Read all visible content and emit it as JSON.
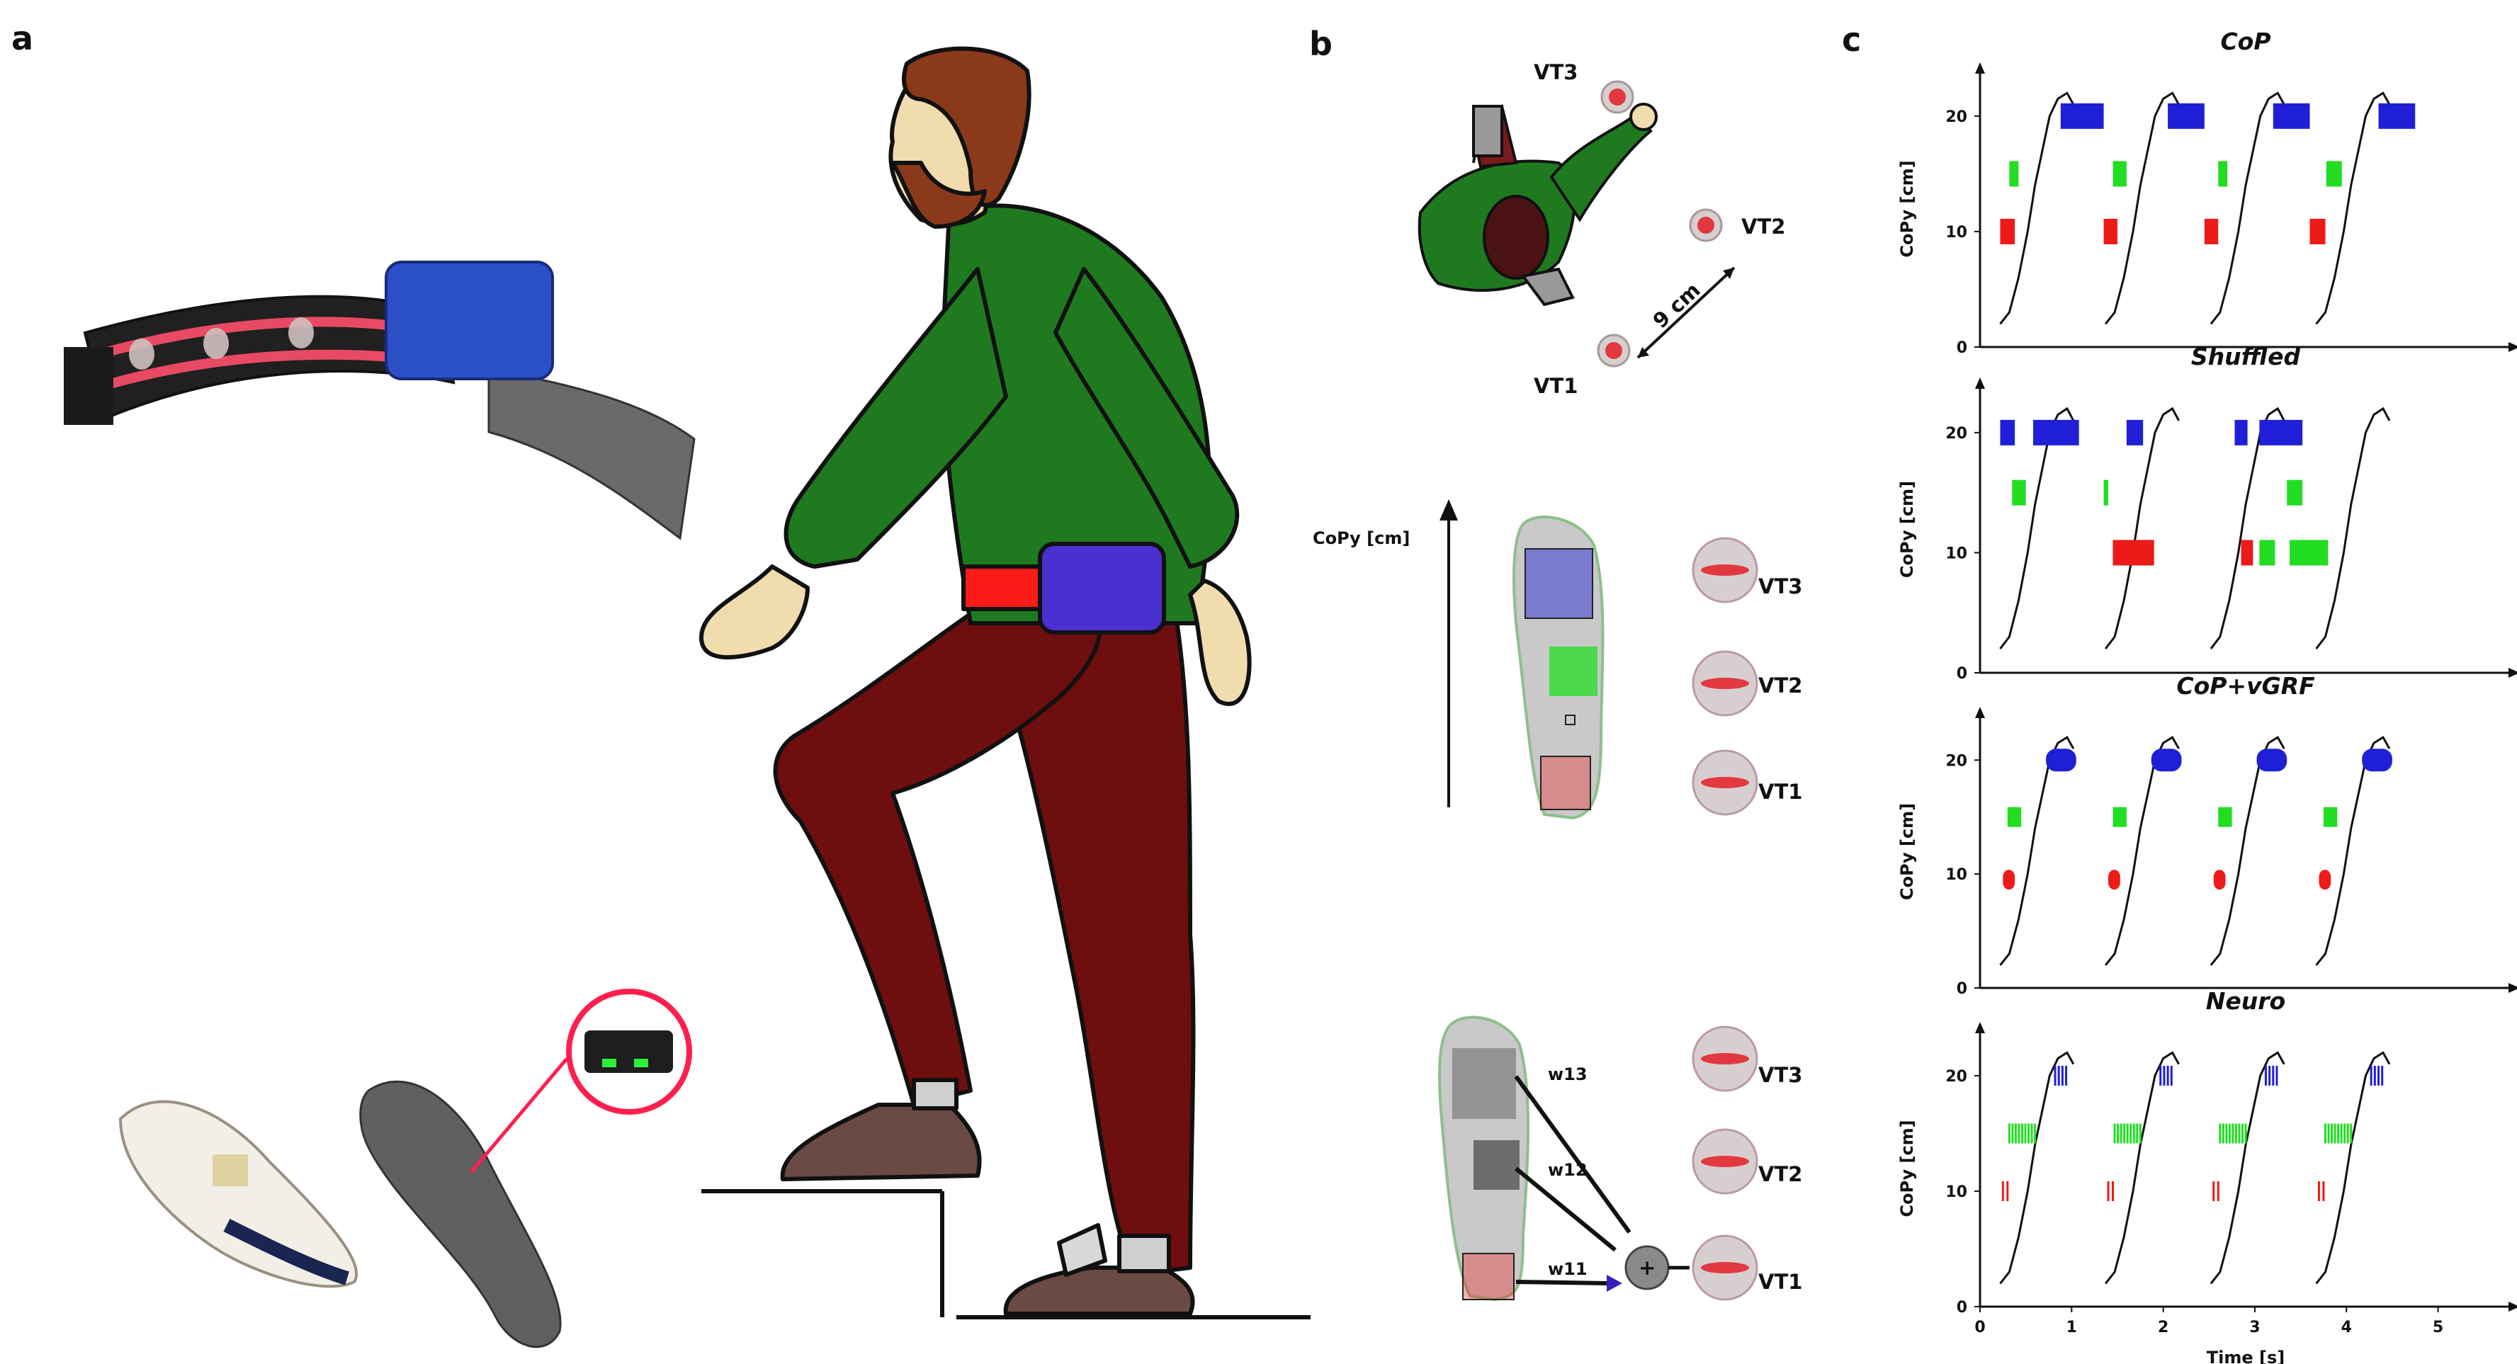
{
  "panels": {
    "a": "a",
    "b": "b",
    "c": "c"
  },
  "b_labels": {
    "vt1": "VT1",
    "vt2": "VT2",
    "vt3": "VT3",
    "distance": "9 cm",
    "copy_axis": "CoPy [cm]",
    "w11": "w11",
    "w12": "w12",
    "w13": "w13",
    "sum": "+"
  },
  "colors": {
    "vt3_blue": "#1f1fd8",
    "vt2_green": "#22dd22",
    "vt1_red": "#ee1a1a",
    "shirt": "#1f7a1f",
    "pants": "#6e0e0e",
    "shoe": "#6b4a45",
    "belt_red": "#ff1a1a",
    "box_blue": "#4a30d0"
  },
  "chart_data": [
    {
      "type": "line",
      "title": "CoP",
      "ylabel": "CoPy [cm]",
      "xlim": [
        0,
        5.8
      ],
      "ylim": [
        0,
        23
      ],
      "yticks": [
        0,
        10,
        20
      ],
      "series": [
        {
          "type": "trace",
          "x": [
            0.22,
            0.35,
            0.5,
            0.65,
            0.8,
            0.93,
            1.05
          ],
          "y": [
            2,
            5,
            9,
            14,
            18,
            21,
            22
          ]
        }
      ],
      "repeat_starts": [
        0,
        1.15,
        2.3,
        3.45
      ],
      "stim_blue": [
        [
          0.88,
          1.35
        ],
        [
          2.05,
          2.45
        ],
        [
          3.2,
          3.6
        ],
        [
          4.35,
          4.75
        ]
      ],
      "stim_green": [
        [
          0.32,
          0.42
        ],
        [
          1.45,
          1.6
        ],
        [
          2.6,
          2.7
        ],
        [
          3.78,
          3.95
        ]
      ],
      "stim_red": [
        [
          0.22,
          0.38
        ],
        [
          1.35,
          1.5
        ],
        [
          2.45,
          2.6
        ],
        [
          3.6,
          3.77
        ]
      ]
    },
    {
      "type": "line",
      "title": "Shuffled",
      "ylabel": "CoPy [cm]",
      "xlim": [
        0,
        5.8
      ],
      "ylim": [
        0,
        23
      ],
      "yticks": [
        0,
        10,
        20
      ],
      "repeat_starts": [
        0,
        1.15,
        2.3,
        3.45
      ],
      "stim_blue": [
        [
          0.22,
          0.38
        ],
        [
          0.58,
          1.08
        ],
        [
          1.6,
          1.78
        ],
        [
          2.78,
          2.92
        ],
        [
          3.05,
          3.52
        ]
      ],
      "stim_green": [
        [
          0.35,
          0.5
        ],
        [
          1.35,
          1.4
        ],
        [
          3.35,
          3.52
        ]
      ],
      "stim_red": [
        [
          1.45,
          1.9
        ],
        [
          2.85,
          2.98
        ]
      ],
      "stim_green_low": [
        [
          3.05,
          3.22
        ],
        [
          3.38,
          3.8
        ]
      ]
    },
    {
      "type": "line",
      "title": "CoP+vGRF",
      "ylabel": "CoPy [cm]",
      "xlim": [
        0,
        5.8
      ],
      "ylim": [
        0,
        23
      ],
      "yticks": [
        0,
        10,
        20
      ],
      "repeat_starts": [
        0,
        1.15,
        2.3,
        3.45
      ]
    },
    {
      "type": "line",
      "title": "Neuro",
      "ylabel": "CoPy [cm]",
      "xlabel": "Time [s]",
      "xlim": [
        0,
        5.8
      ],
      "ylim": [
        0,
        23
      ],
      "xticks": [
        0,
        1,
        2,
        3,
        4,
        5
      ],
      "yticks": [
        0,
        10,
        20
      ],
      "repeat_starts": [
        0,
        1.15,
        2.3,
        3.45
      ]
    }
  ]
}
